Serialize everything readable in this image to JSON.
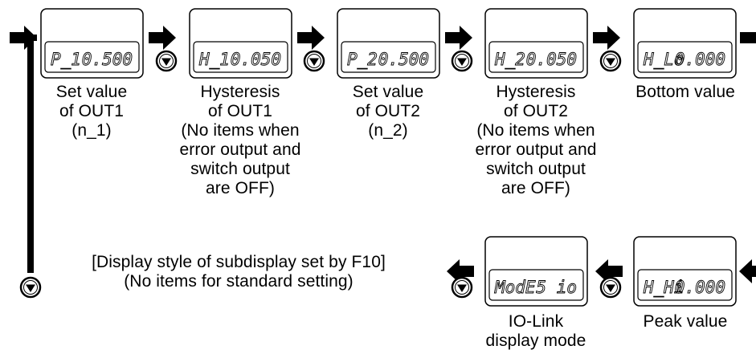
{
  "screens": [
    {
      "left": "P_1",
      "right": "0.500",
      "label": "Set value\nof OUT1\n(n_1)"
    },
    {
      "left": "H_1",
      "right": "0.050",
      "label": "Hysteresis\nof OUT1\n(No items when\nerror output and\nswitch output\nare OFF)"
    },
    {
      "left": "P_2",
      "right": "0.500",
      "label": "Set value\nof OUT2\n(n_2)"
    },
    {
      "left": "H_2",
      "right": "0.050",
      "label": "Hysteresis\nof OUT2\n(No items when\nerror output and\nswitch output\nare OFF)"
    },
    {
      "left": "H_Lo",
      "right": "0.000",
      "label": "Bottom value"
    },
    {
      "left": "H_Hi",
      "right": "0.000",
      "label": "Peak value"
    },
    {
      "left": "ModE",
      "right": "5 io",
      "label": "IO-Link\ndisplay mode"
    }
  ],
  "note": "[Display style of subdisplay set by F10]\n(No items for standard setting)",
  "button_icon": "down-triangle-button-icon",
  "arrow_icon": "flow-arrow-icon"
}
